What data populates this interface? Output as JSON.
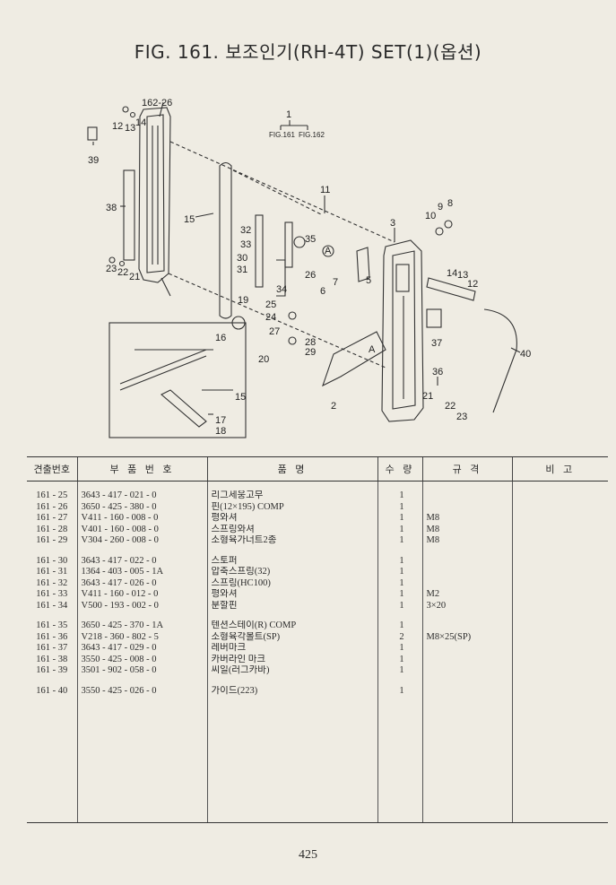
{
  "page": {
    "title": "FIG. 161. 보조인기(RH-4T) SET(1)(옵션)",
    "page_number": "425"
  },
  "diagram": {
    "callouts": {
      "n162_26": "162-26",
      "n12": "12",
      "n13": "13",
      "n14": "14",
      "n39": "39",
      "n38": "38",
      "n23": "23",
      "n22": "22",
      "n21": "21",
      "n15": "15",
      "n1": "1",
      "fig161": "FIG.161",
      "fig162": "FIG.162",
      "n11": "11",
      "n10": "10",
      "n9": "9",
      "n8": "8",
      "n3": "3",
      "n32": "32",
      "n33": "33",
      "n35": "35",
      "circA1": "A",
      "n30": "30",
      "n31": "31",
      "n26": "26",
      "n34": "34",
      "n6": "6",
      "n7": "7",
      "n5": "5",
      "n19": "19",
      "n25": "25",
      "n24": "24",
      "n16": "16",
      "n27": "27",
      "n28": "28",
      "n29": "29",
      "n20": "20",
      "circA2": "A",
      "n14b": "14",
      "n13b": "13",
      "n12b": "12",
      "n37": "37",
      "n40": "40",
      "n36": "36",
      "n21b": "21",
      "n22b": "22",
      "n23b": "23",
      "n2": "2",
      "n15b": "15",
      "n17": "17",
      "n18": "18"
    }
  },
  "table": {
    "headers": [
      "견출번호",
      "부 품 번 호",
      "품 명",
      "수 량",
      "규 격",
      "비 고"
    ],
    "groups": [
      [
        {
          "ref": "161 - 25",
          "part_no": "3643 - 417 - 021 - 0",
          "name": "리그세웅고무",
          "qty": "1",
          "spec": "",
          "note": ""
        },
        {
          "ref": "161 - 26",
          "part_no": "3650 - 425 - 380 - 0",
          "name": "핀(12×195) COMP",
          "qty": "1",
          "spec": "",
          "note": ""
        },
        {
          "ref": "161 - 27",
          "part_no": "V411 - 160 - 008 - 0",
          "name": "평와셔",
          "qty": "1",
          "spec": "M8",
          "note": ""
        },
        {
          "ref": "161 - 28",
          "part_no": "V401 - 160 - 008 - 0",
          "name": "스프링와셔",
          "qty": "1",
          "spec": "M8",
          "note": ""
        },
        {
          "ref": "161 - 29",
          "part_no": "V304 - 260 - 008 - 0",
          "name": "소형육가너트2종",
          "qty": "1",
          "spec": "M8",
          "note": ""
        }
      ],
      [
        {
          "ref": "161 - 30",
          "part_no": "3643 - 417 - 022 - 0",
          "name": "스토퍼",
          "qty": "1",
          "spec": "",
          "note": ""
        },
        {
          "ref": "161 - 31",
          "part_no": "1364 - 403 - 005 - 1A",
          "name": "압축스프링(32)",
          "qty": "1",
          "spec": "",
          "note": ""
        },
        {
          "ref": "161 - 32",
          "part_no": "3643 - 417 - 026 - 0",
          "name": "스프링(HC100)",
          "qty": "1",
          "spec": "",
          "note": ""
        },
        {
          "ref": "161 - 33",
          "part_no": "V411 - 160 - 012 - 0",
          "name": "평와셔",
          "qty": "1",
          "spec": "M2",
          "note": ""
        },
        {
          "ref": "161 - 34",
          "part_no": "V500 - 193 - 002 - 0",
          "name": "분할핀",
          "qty": "1",
          "spec": "3×20",
          "note": ""
        }
      ],
      [
        {
          "ref": "161 - 35",
          "part_no": "3650 - 425 - 370 - 1A",
          "name": "텐션스테이(R) COMP",
          "qty": "1",
          "spec": "",
          "note": ""
        },
        {
          "ref": "161 - 36",
          "part_no": "V218 - 360 - 802 - 5",
          "name": "소형육각볼트(SP)",
          "qty": "2",
          "spec": "M8×25(SP)",
          "note": ""
        },
        {
          "ref": "161 - 37",
          "part_no": "3643 - 417 - 029 - 0",
          "name": "레버마크",
          "qty": "1",
          "spec": "",
          "note": ""
        },
        {
          "ref": "161 - 38",
          "part_no": "3550 - 425 - 008 - 0",
          "name": "카버라인 마크",
          "qty": "1",
          "spec": "",
          "note": ""
        },
        {
          "ref": "161 - 39",
          "part_no": "3501 - 902 - 058 - 0",
          "name": "씨일(러그카바)",
          "qty": "1",
          "spec": "",
          "note": ""
        }
      ],
      [
        {
          "ref": "161 - 40",
          "part_no": "3550 - 425 - 026 - 0",
          "name": "가이드(223)",
          "qty": "1",
          "spec": "",
          "note": ""
        }
      ]
    ]
  }
}
